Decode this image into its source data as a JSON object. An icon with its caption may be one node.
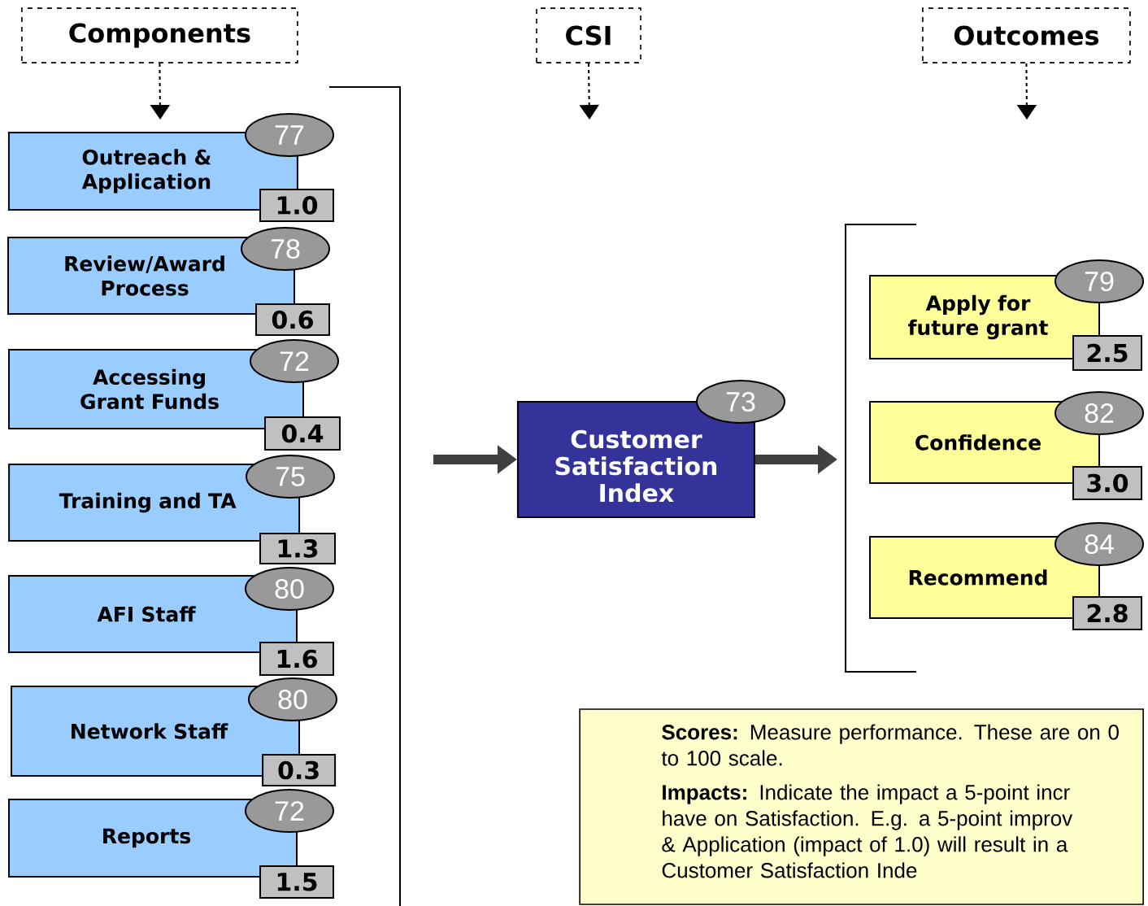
{
  "diagram": {
    "nodes": [
      {
        "text": [
          "Components"
        ]
      },
      {
        "text": [
          "CSI"
        ]
      },
      {
        "text": [
          "Outcomes"
        ]
      },
      {
        "text": [
          "Outreach & Application"
        ]
      },
      {
        "text": [
          "77"
        ]
      },
      {
        "text": [
          "1.0"
        ]
      },
      {
        "text": [
          "Review/Award Process"
        ]
      },
      {
        "text": [
          "78"
        ]
      },
      {
        "text": [
          "0.6"
        ]
      },
      {
        "text": [
          "Accessing Grant Funds"
        ]
      },
      {
        "text": [
          "72"
        ]
      },
      {
        "text": [
          "0.4"
        ]
      },
      {
        "text": [
          "Training and TA"
        ]
      },
      {
        "text": [
          "75"
        ]
      },
      {
        "text": [
          "1.3"
        ]
      },
      {
        "text": [
          "AFI Staff"
        ]
      },
      {
        "text": [
          "80"
        ]
      },
      {
        "text": [
          "1.6"
        ]
      },
      {
        "text": [
          "Network Staff"
        ]
      },
      {
        "text": [
          "80"
        ]
      },
      {
        "text": [
          "0.3"
        ]
      },
      {
        "text": [
          "Reports"
        ]
      },
      {
        "text": [
          "72"
        ]
      },
      {
        "text": [
          "1.5"
        ]
      },
      {
        "text": [
          "Customer Satisfaction Index"
        ]
      },
      {
        "text": [
          "73"
        ]
      },
      {
        "text": [
          "Apply for future grant"
        ]
      },
      {
        "text": [
          "79"
        ]
      },
      {
        "text": [
          "2.5"
        ]
      },
      {
        "text": [
          "Confidence"
        ]
      },
      {
        "text": [
          "82"
        ]
      },
      {
        "text": [
          "3.0"
        ]
      },
      {
        "text": [
          "Recommend"
        ]
      },
      {
        "text": [
          "84"
        ]
      },
      {
        "text": [
          "2.8"
        ]
      },
      {
        "text": [
          "**Scores:** Measure performance. These are on 0 to 100 scale.",
          "**Impacts:** Indicate the impact a 5-point incr have on Satisfaction. E.g. a 5-point improv & Application (impact of 1.0) will result in a Customer Satisfaction Inde"
        ]
      }
    ],
    "edges": [
      {
        "from": 0,
        "to": null,
        "arrow": "to",
        "style": "dashed"
      },
      {
        "from": 1,
        "to": null,
        "arrow": "to",
        "style": "dashed"
      },
      {
        "from": 2,
        "to": null,
        "arrow": "to",
        "style": "dashed"
      },
      {
        "from": null,
        "to": 24,
        "arrow": "to",
        "style": "thick",
        "color": "#404040"
      },
      {
        "from": 24,
        "to": null,
        "arrow": "to",
        "style": "thick",
        "color": "#404040"
      }
    ]
  }
}
